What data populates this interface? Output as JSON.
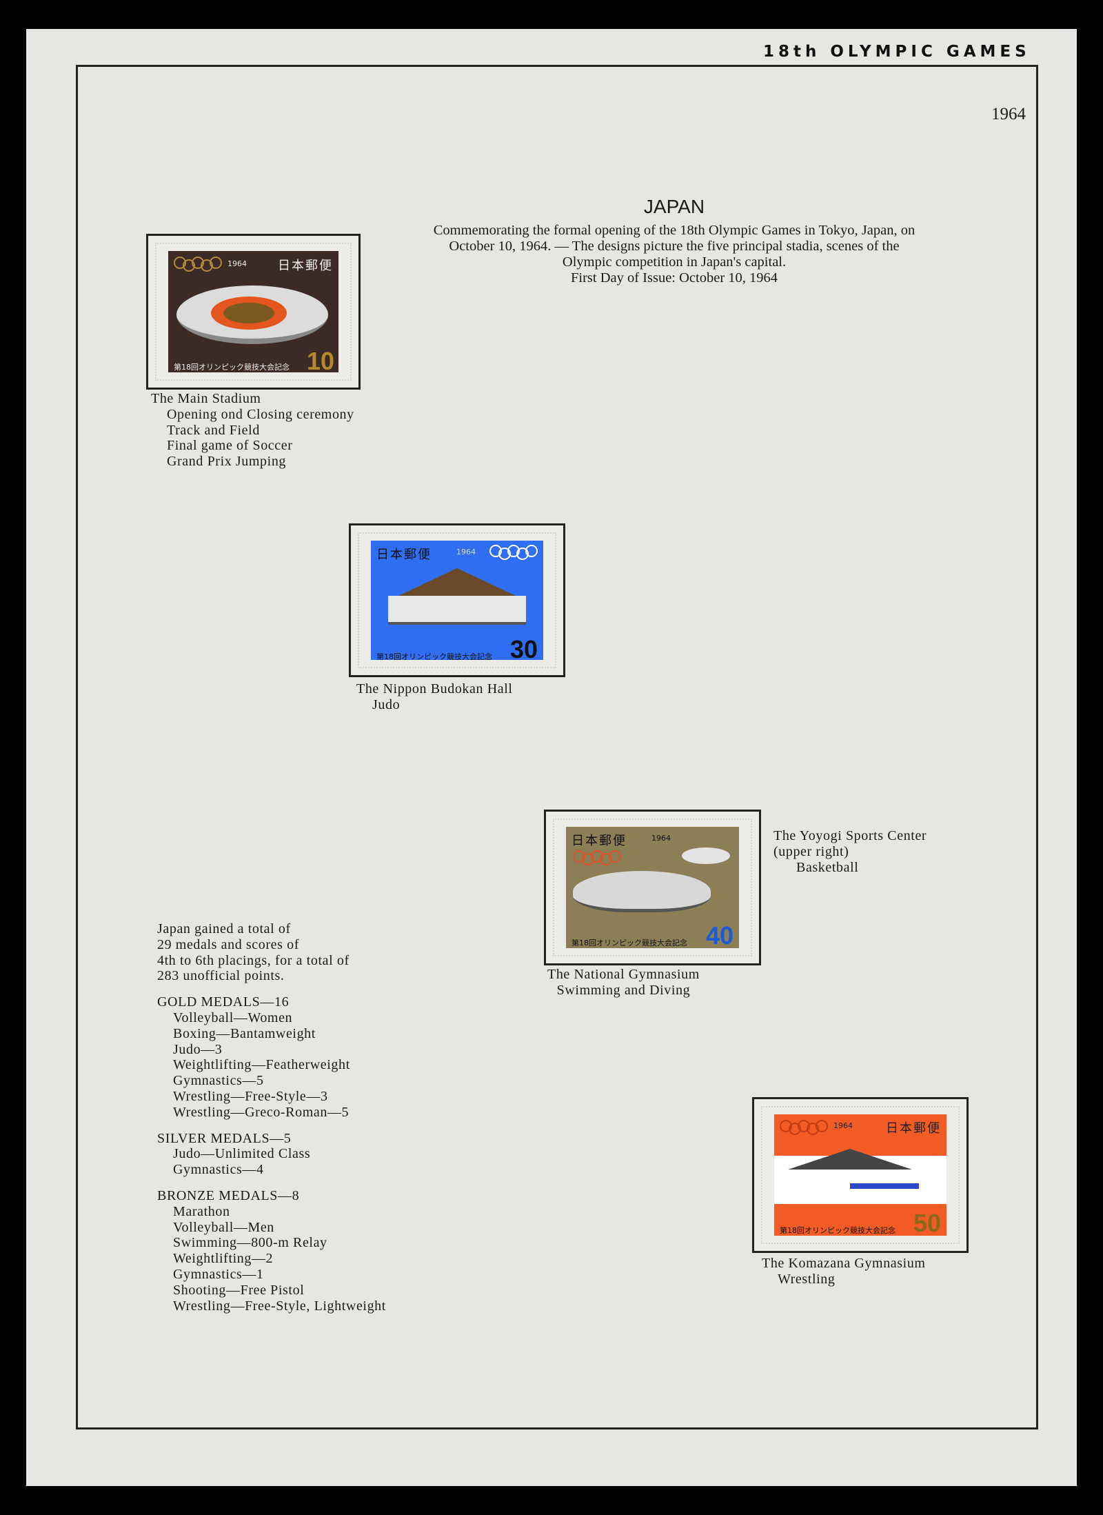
{
  "header": {
    "title": "18th OLYMPIC GAMES",
    "year": "1964"
  },
  "main": {
    "title": "JAPAN",
    "description": [
      "Commemorating the formal opening of the 18th Olympic Games in Tokyo, Japan, on",
      "October 10, 1964. — The designs picture the five principal stadia, scenes of the",
      "Olympic competition in Japan's capital.",
      "First Day of Issue: October 10, 1964"
    ]
  },
  "stamps": [
    {
      "value": "10",
      "year": "1964",
      "country": "日本郵便",
      "inscription": "第18回オリンピック競技大会記念",
      "color": "#3b2a25",
      "caption": [
        "The Main Stadium",
        "Opening ond Closing ceremony",
        "Track and Field",
        "Final game of Soccer",
        "Grand Prix Jumping"
      ]
    },
    {
      "value": "30",
      "year": "1964",
      "country": "日本郵便",
      "inscription": "第18回オリンピック競技大会記念",
      "color": "#2f6ef0",
      "caption": [
        "The Nippon Budokan Hall",
        "Judo"
      ]
    },
    {
      "value": "40",
      "year": "1964",
      "country": "日本郵便",
      "inscription": "第18回オリンピック競技大会記念",
      "color": "#8c7e55",
      "caption": [
        "The National Gymnasium",
        "Swimming and Diving"
      ],
      "side_caption": [
        "The Yoyogi Sports Center",
        "(upper right)",
        "Basketball"
      ]
    },
    {
      "value": "50",
      "year": "1964",
      "country": "日本郵便",
      "inscription": "第18回オリンピック競技大会記念",
      "color": "#f25b23",
      "caption": [
        "The Komazana Gymnasium",
        "Wrestling"
      ]
    }
  ],
  "medals": {
    "intro": [
      "Japan gained a total of",
      "29 medals and scores of",
      "4th to 6th placings, for a total of",
      "283 unofficial points."
    ],
    "gold": {
      "heading": "GOLD MEDALS—16",
      "items": [
        "Volleyball—Women",
        "Boxing—Bantamweight",
        "Judo—3",
        "Weightlifting—Featherweight",
        "Gymnastics—5",
        "Wrestling—Free-Style—3",
        "Wrestling—Greco-Roman—5"
      ]
    },
    "silver": {
      "heading": "SILVER MEDALS—5",
      "items": [
        "Judo—Unlimited Class",
        "Gymnastics—4"
      ]
    },
    "bronze": {
      "heading": "BRONZE MEDALS—8",
      "items": [
        "Marathon",
        "Volleyball—Men",
        "Swimming—800-m Relay",
        "Weightlifting—2",
        "Gymnastics—1",
        "Shooting—Free Pistol",
        "Wrestling—Free-Style, Lightweight"
      ]
    }
  }
}
